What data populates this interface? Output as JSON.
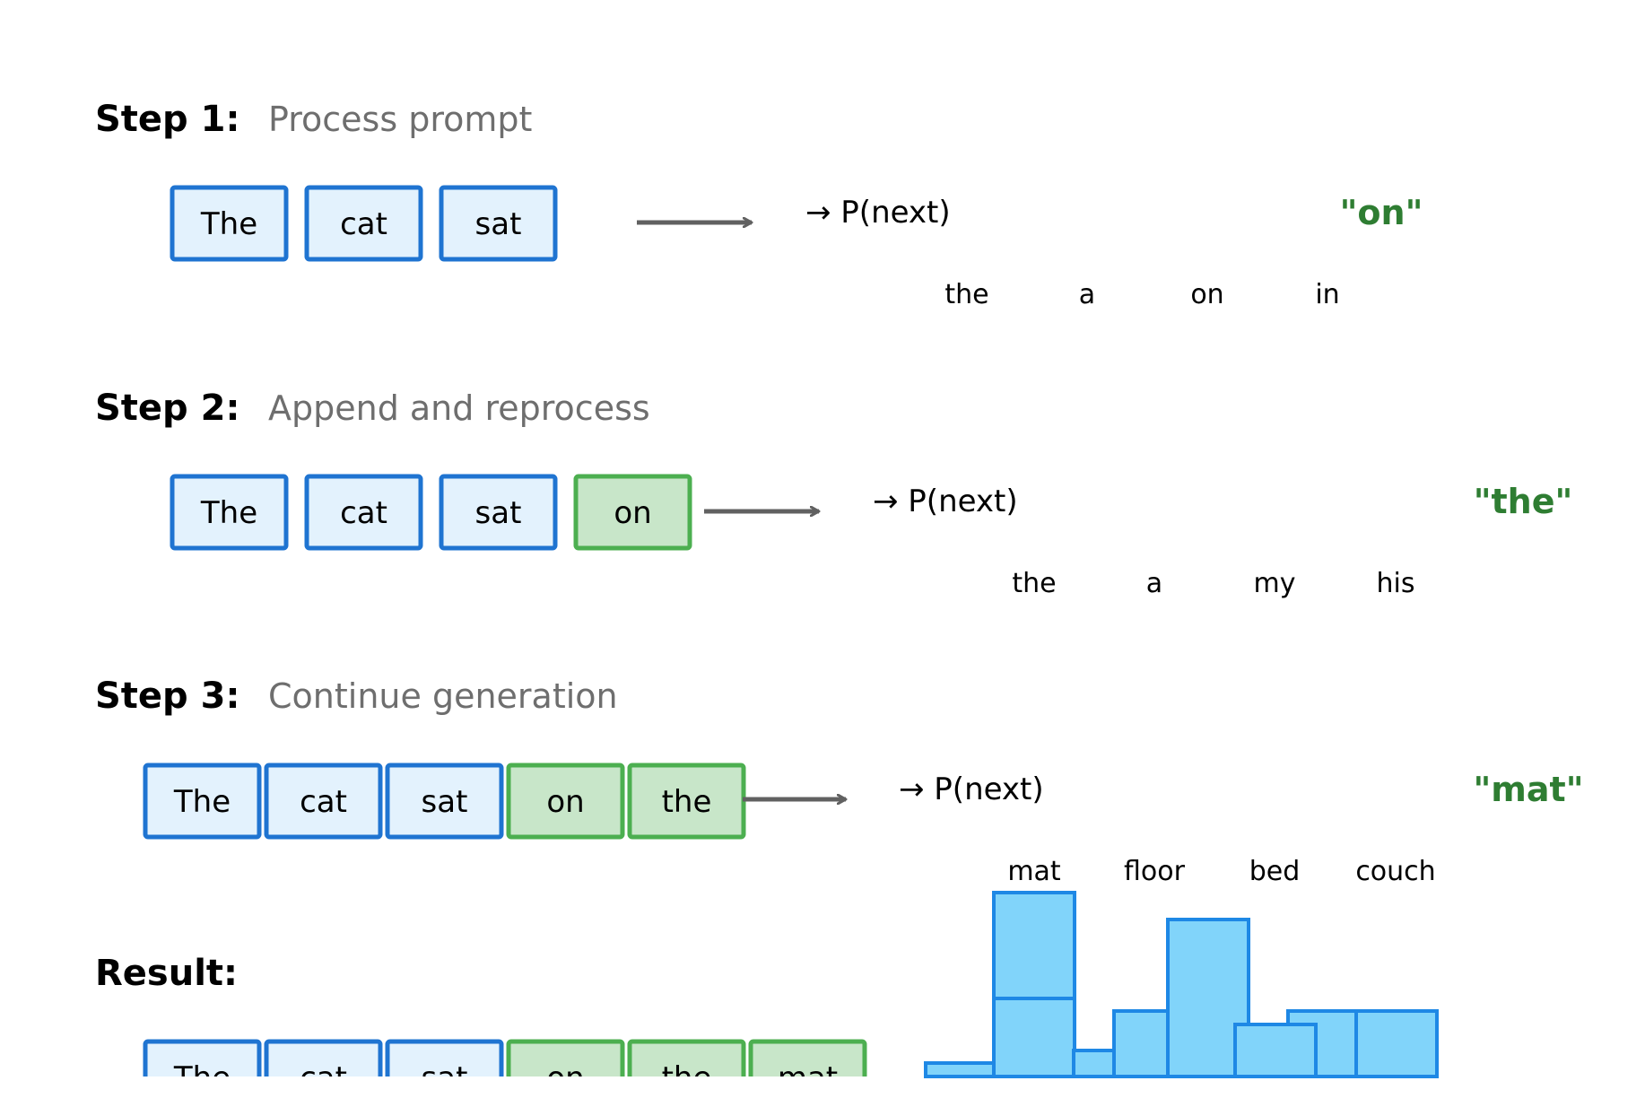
{
  "colors": {
    "prompt_fill": "#e3f2fd",
    "prompt_stroke": "#1f74d1",
    "generated_fill": "#c8e6c9",
    "generated_stroke": "#4caf50",
    "arrow": "#616161",
    "step_desc": "#6e6e6e",
    "pick": "#2e7d32",
    "bar_fill": "#81d4fa",
    "bar_stroke": "#1e88e5"
  },
  "steps": [
    {
      "label": "Step 1:",
      "description": "Process prompt",
      "tokens": [
        {
          "text": "The",
          "kind": "prompt"
        },
        {
          "text": "cat",
          "kind": "prompt"
        },
        {
          "text": "sat",
          "kind": "prompt"
        }
      ],
      "pnext": "→ P(next)",
      "pick": "\"on\"",
      "candidates": [
        "the",
        "a",
        "on",
        "in"
      ]
    },
    {
      "label": "Step 2:",
      "description": "Append and reprocess",
      "tokens": [
        {
          "text": "The",
          "kind": "prompt"
        },
        {
          "text": "cat",
          "kind": "prompt"
        },
        {
          "text": "sat",
          "kind": "prompt"
        },
        {
          "text": "on",
          "kind": "generated"
        }
      ],
      "pnext": "→ P(next)",
      "pick": "\"the\"",
      "candidates": [
        "the",
        "a",
        "my",
        "his"
      ]
    },
    {
      "label": "Step 3:",
      "description": "Continue generation",
      "tokens": [
        {
          "text": "The",
          "kind": "prompt"
        },
        {
          "text": "cat",
          "kind": "prompt"
        },
        {
          "text": "sat",
          "kind": "prompt"
        },
        {
          "text": "on",
          "kind": "generated"
        },
        {
          "text": "the",
          "kind": "generated"
        }
      ],
      "pnext": "→ P(next)",
      "pick": "\"mat\"",
      "candidates": [
        "mat",
        "floor",
        "bed",
        "couch"
      ]
    }
  ],
  "result": {
    "label": "Result:",
    "tokens": [
      {
        "text": "The",
        "kind": "prompt"
      },
      {
        "text": "cat",
        "kind": "prompt"
      },
      {
        "text": "sat",
        "kind": "prompt"
      },
      {
        "text": "on",
        "kind": "generated"
      },
      {
        "text": "the",
        "kind": "generated"
      },
      {
        "text": "mat",
        "kind": "generated"
      }
    ]
  }
}
